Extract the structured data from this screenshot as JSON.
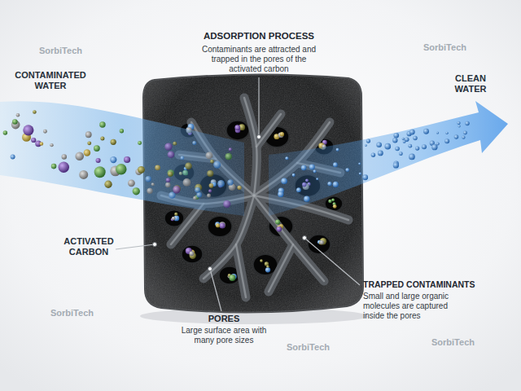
{
  "diagram": {
    "labels": [
      "CONTAMINATED WATER",
      "ADSORPTION PROCESS",
      "Contaminants are attracted and trapped in the pores of the activated carbon",
      "CLEAN WATER",
      "ACTIVATED CARBON",
      "PORES",
      "Large surface area with many pore sizes",
      "TRAPPED CONTAMINANTS",
      "Small and large organic molecules are captured inside the pores",
      "SorbiTech",
      "SorbiTech",
      "SorbiTech",
      "SorbiTech",
      "SorbiTech"
    ]
  }
}
